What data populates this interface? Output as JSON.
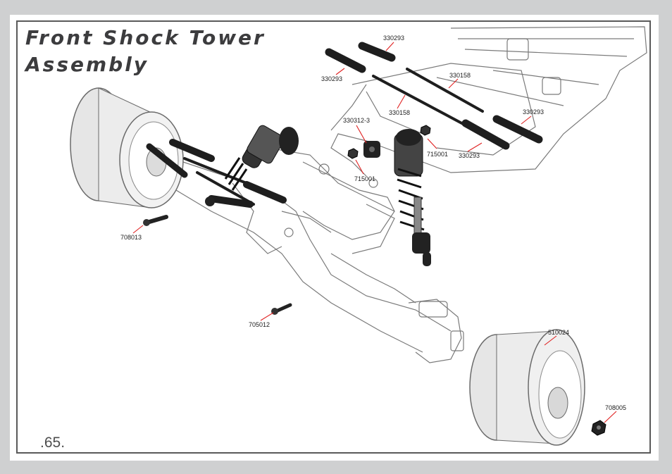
{
  "title_line1": "Front Shock Tower",
  "title_line2": "Assembly",
  "page_number": ".65.",
  "colors": {
    "leader": "#e02020",
    "outline": "#6b6b6b",
    "part_dark": "#1e1e1e",
    "frame": "#5a5a5a"
  },
  "parts": [
    {
      "id": "p1",
      "label": "330293"
    },
    {
      "id": "p2",
      "label": "330293"
    },
    {
      "id": "p3",
      "label": "330158"
    },
    {
      "id": "p4",
      "label": "330158"
    },
    {
      "id": "p5",
      "label": "330312-3"
    },
    {
      "id": "p6",
      "label": "330293"
    },
    {
      "id": "p7",
      "label": "715001"
    },
    {
      "id": "p8",
      "label": "330293"
    },
    {
      "id": "p9",
      "label": "715001"
    },
    {
      "id": "p10",
      "label": "708013"
    },
    {
      "id": "p11",
      "label": "705012"
    },
    {
      "id": "p12",
      "label": "510024"
    },
    {
      "id": "p13",
      "label": "708005"
    }
  ]
}
